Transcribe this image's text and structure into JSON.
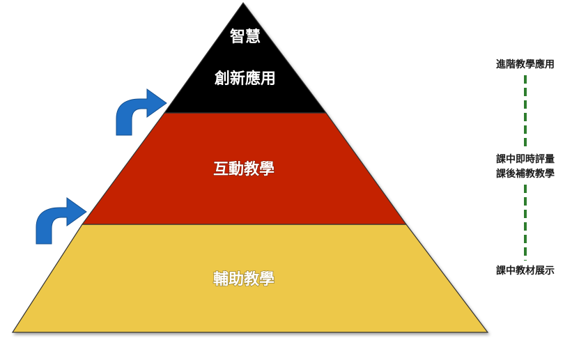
{
  "pyramid": {
    "top": {
      "line1": "智慧",
      "line2": "創新應用",
      "color": "#000000"
    },
    "middle": {
      "label": "互動教學",
      "color": "#C42300"
    },
    "bottom": {
      "label": "輔助教學",
      "color": "#EDC84A"
    }
  },
  "side_labels": {
    "advanced": "進階教學應用",
    "assessment_line1": "課中即時評量",
    "assessment_line2": "課後補教教學",
    "display": "課中教材展示"
  },
  "colors": {
    "arrow": "#1F6FC4",
    "dashed_line": "#2E7D2E",
    "outline": "#333333"
  },
  "icons": [
    "curved-up-right-arrow-icon",
    "curved-up-right-arrow-icon"
  ]
}
